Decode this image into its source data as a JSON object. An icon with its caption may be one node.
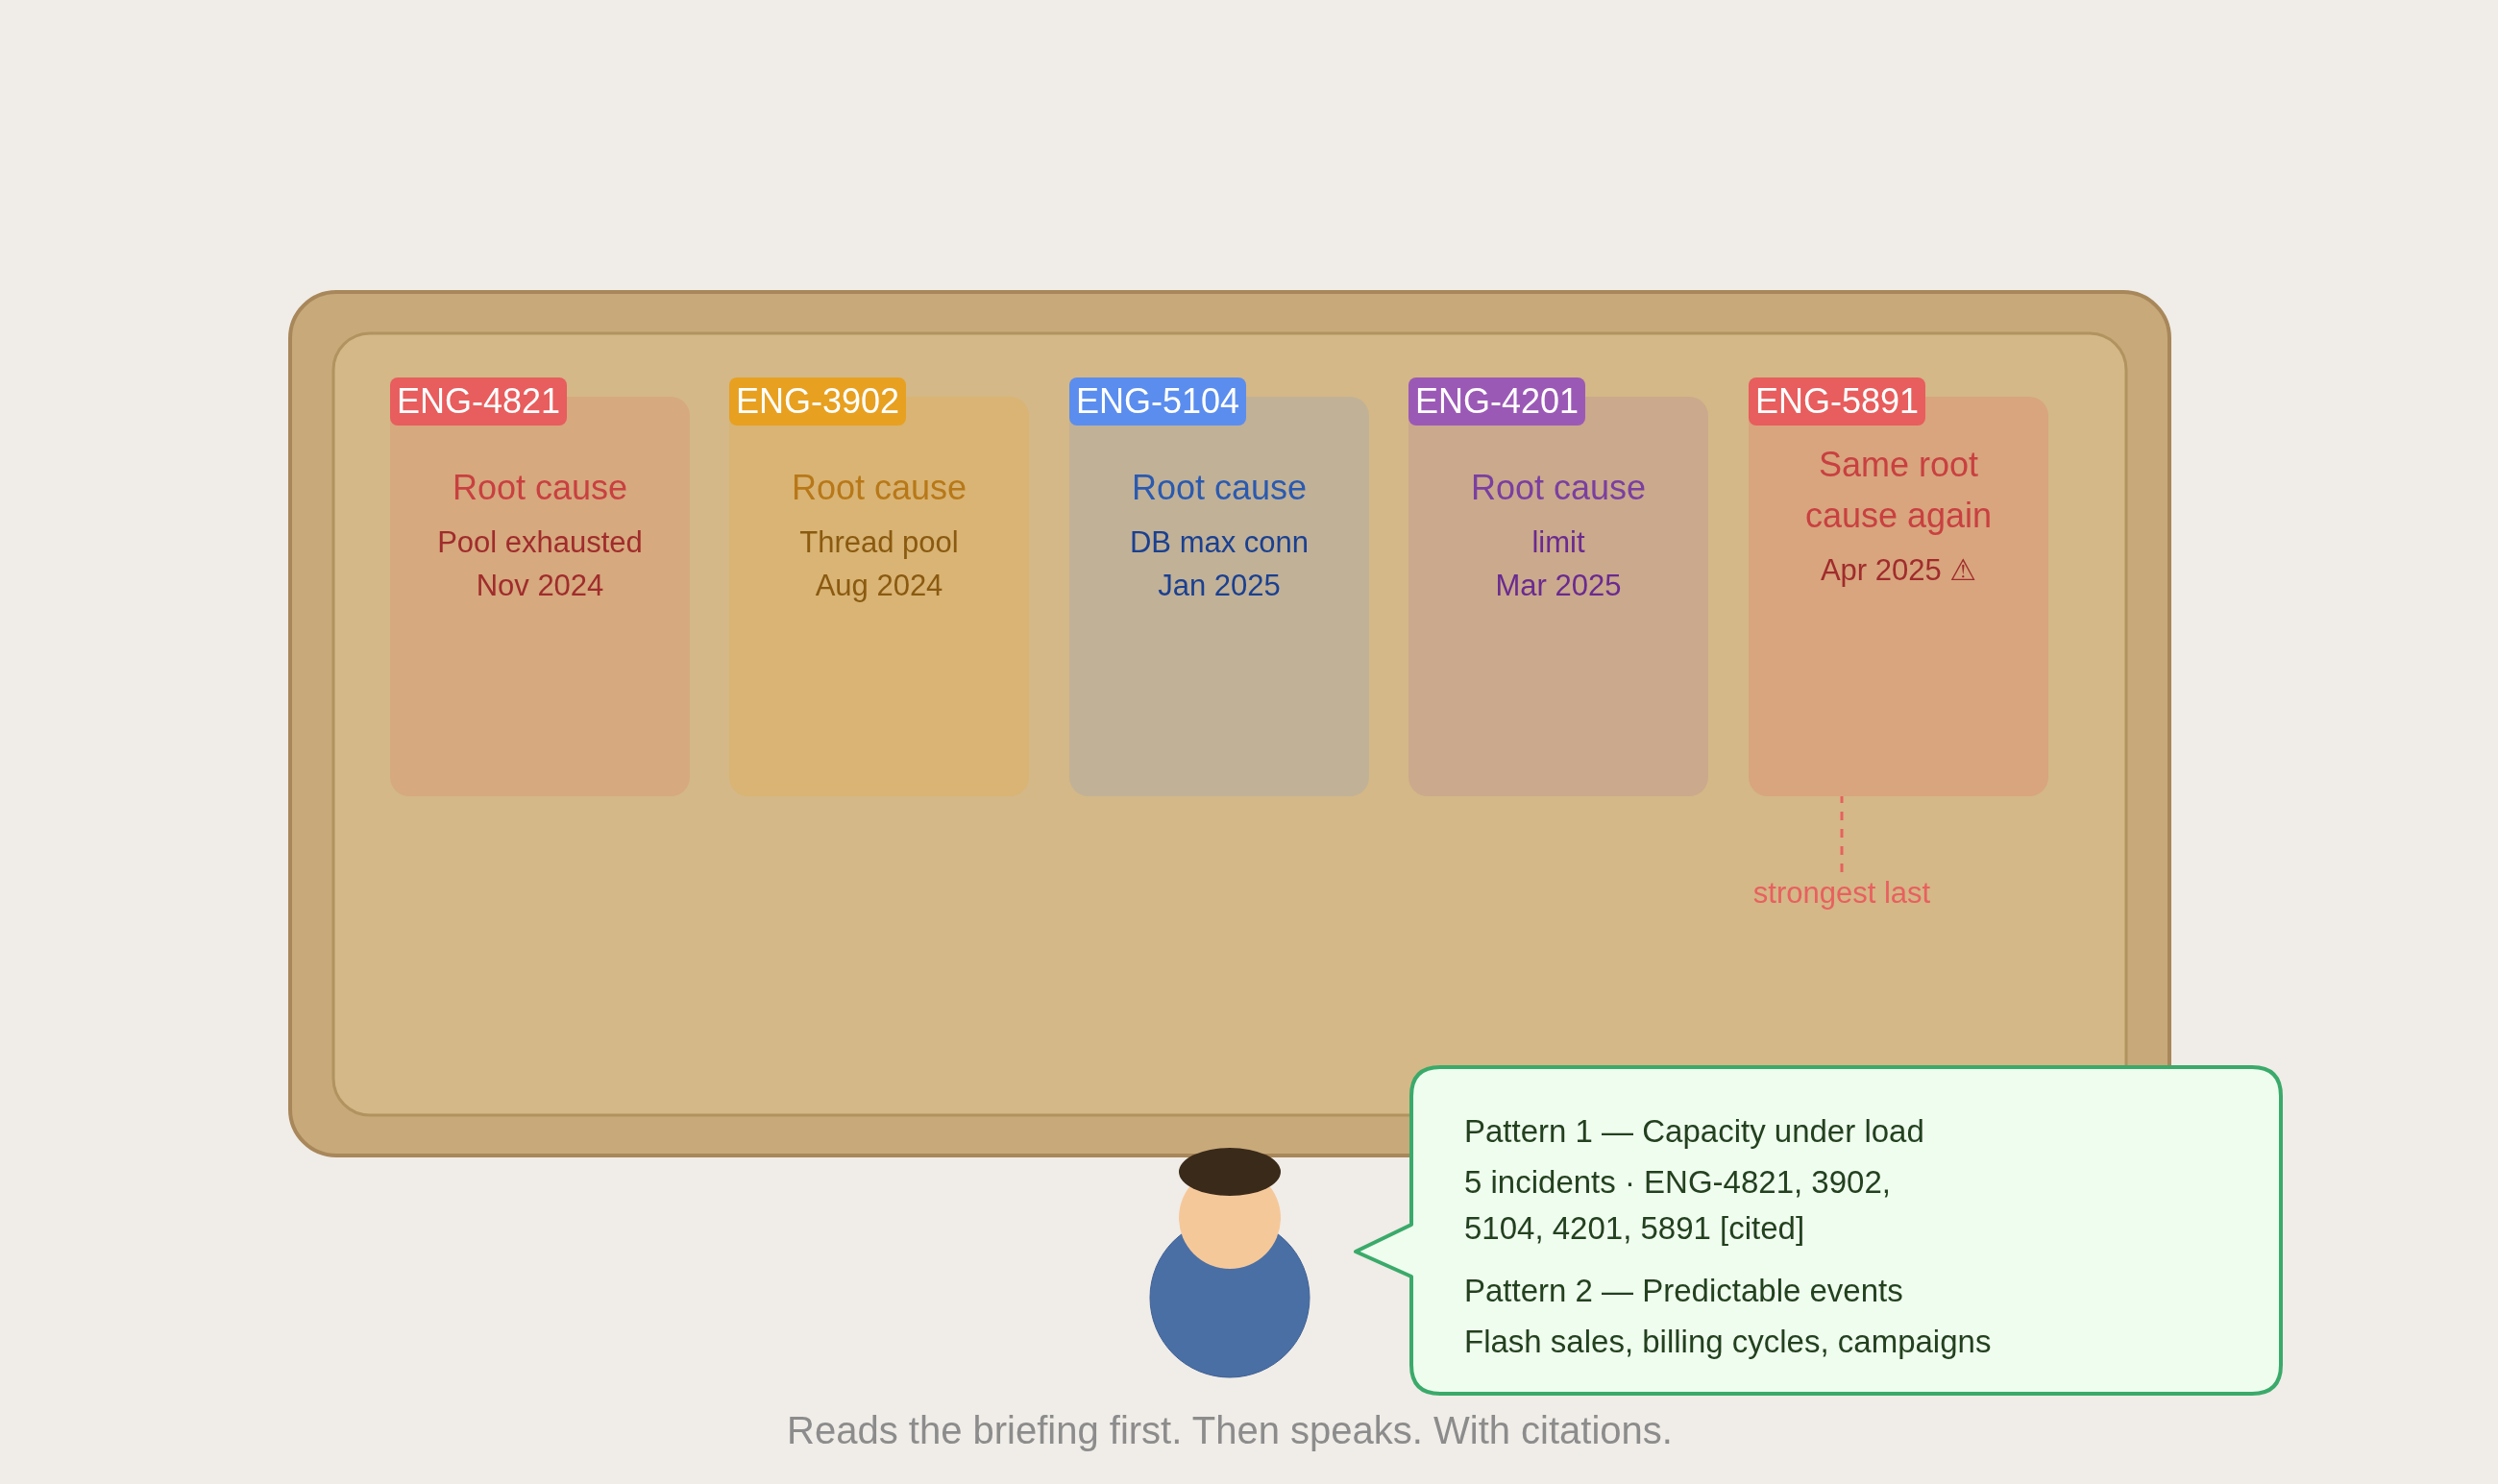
{
  "diagram": {
    "caption": "Reads the briefing first. Then speaks. With citations.",
    "nodes": [
      {
        "text": [],
        "shape": "box"
      },
      {
        "text": [
          "ENG-4821",
          "Root cause",
          "Pool exhausted",
          "Nov 2024"
        ],
        "in": 0
      },
      {
        "text": [
          "ENG-3902",
          "Root cause",
          "Thread pool",
          "Aug 2024"
        ],
        "in": 0
      },
      {
        "text": [
          "ENG-5104",
          "Root cause",
          "DB max conn",
          "Jan 2025"
        ],
        "in": 0
      },
      {
        "text": [
          "ENG-4201",
          "Root cause",
          "limit",
          "Mar 2025"
        ],
        "in": 0
      },
      {
        "text": [
          "ENG-5891",
          "Same root cause again",
          "Apr 2025 ⚠"
        ],
        "in": 0
      },
      {
        "text": [
          "strongest last"
        ],
        "in": 0
      },
      {
        "text": [
          "Pattern 1 — Capacity under load",
          "5 incidents · ENG-4821, 3902, 5104, 4201, 5891 [cited]",
          "Pattern 2 — Predictable events",
          "Flash sales, billing cycles, campaigns"
        ]
      }
    ],
    "edges": [
      {
        "from": 6,
        "to": 5,
        "arrow": "none",
        "style": "dashed",
        "color": "#e8605f"
      }
    ]
  }
}
